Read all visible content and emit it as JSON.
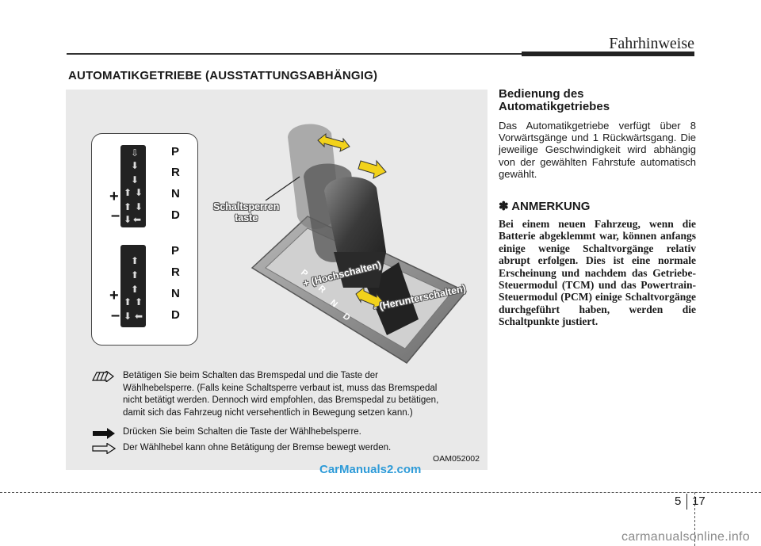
{
  "header": {
    "chapter_title": "Fahrhinweise"
  },
  "section": {
    "title": "AUTOMATIKGETRIEBE (AUSSTATTUNGSABHÄNGIG)"
  },
  "figure": {
    "gate_upper": {
      "letters": [
        "P",
        "R",
        "N",
        "D"
      ],
      "plus": "+",
      "minus": "–"
    },
    "gate_lower": {
      "letters": [
        "P",
        "R",
        "N",
        "D"
      ],
      "plus": "+",
      "minus": "–"
    },
    "callout_lock_line1": "Schaltsperren",
    "callout_lock_line2": "taste",
    "callout_upshift": "+ (Hochschalten)",
    "callout_downshift": "- (Herunterschalten)",
    "console_letters": [
      "P",
      "R",
      "N",
      "D",
      "+",
      "–"
    ],
    "legend": [
      {
        "icon": "hatched-arrow-icon",
        "lines": [
          "Betätigen Sie beim Schalten das Bremspedal und die Taste der",
          "Wählhebelsperre. (Falls keine Schaltsperre verbaut ist, muss das Bremspedal",
          "nicht betätigt werden. Dennoch wird empfohlen, das Bremspedal zu betätigen,",
          "damit sich das Fahrzeug nicht versehentlich in Bewegung setzen kann.)"
        ]
      },
      {
        "icon": "solid-arrow-icon",
        "lines": [
          "Drücken Sie beim Schalten die Taste der Wählhebelsperre."
        ]
      },
      {
        "icon": "outline-arrow-icon",
        "lines": [
          "Der Wählhebel kann ohne Betätigung der Bremse bewegt werden."
        ]
      }
    ],
    "code": "OAM052002"
  },
  "watermark": "CarManuals2.com",
  "right_column": {
    "subheading_line1": "Bedienung des",
    "subheading_line2": "Automatikgetriebes",
    "body": "Das Automatikgetriebe verfügt über 8 Vorwärtsgänge und 1 Rückwärtsgang. Die jeweilige Geschwindigkeit wird abhängig von der gewählten Fahrstufe automatisch gewählt.",
    "note_symbol": "✽",
    "note_title": "ANMERKUNG",
    "note_body": "Bei einem neuen Fahrzeug, wenn die Batterie abgeklemmt war, können anfangs einige wenige Schaltvorgänge relativ abrupt erfolgen. Dies ist eine normale Erscheinung und nachdem das Getriebe-Steuermodul (TCM) und das Powertrain-Steuermodul (PCM) einige Schaltvorgänge durchgeführt haben, werden die Schaltpunkte justiert."
  },
  "footer": {
    "section": "5",
    "page": "17",
    "site": "carmanualsonline.info"
  },
  "colors": {
    "watermark": "#2e9bd8",
    "arrow_yellow": "#f2d21b",
    "figure_bg": "#e9e9e9"
  }
}
